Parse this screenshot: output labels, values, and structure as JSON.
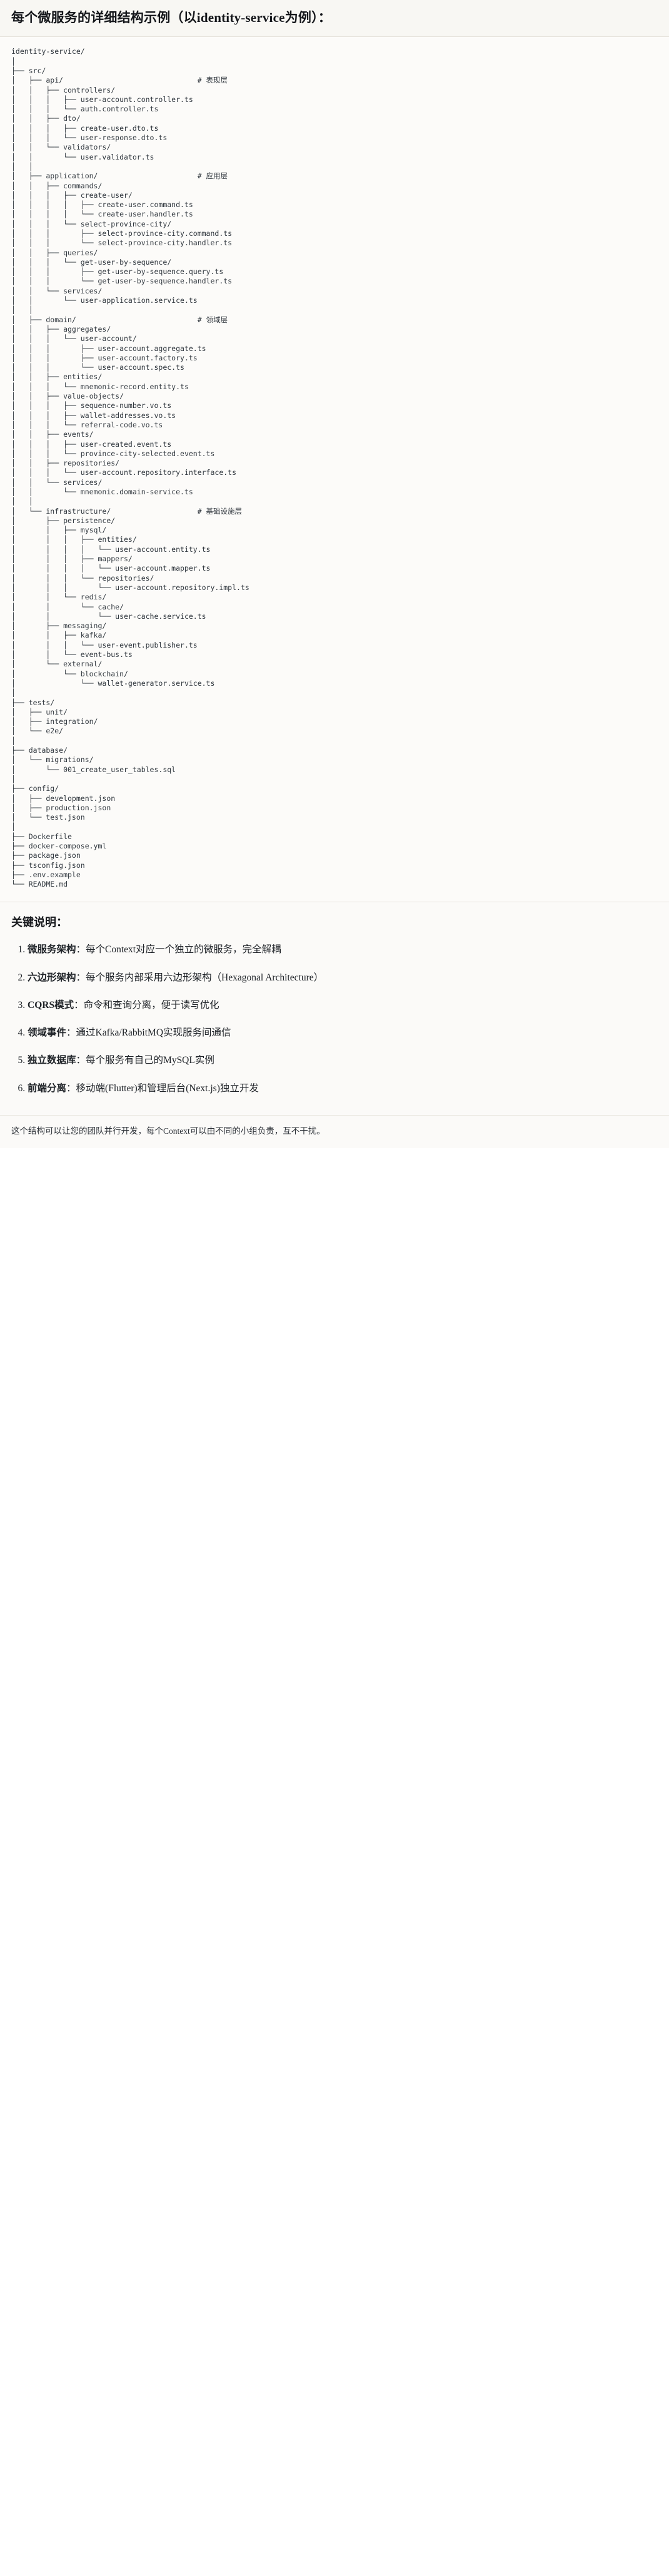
{
  "header": {
    "title": "每个微服务的详细结构示例（以identity-service为例）："
  },
  "tree": {
    "root_label": "identity-service/",
    "comment_prefix": "#",
    "layer_comments": [
      "# 表现层",
      "# 应用层",
      "# 领域层",
      "# 基础设施层"
    ],
    "text": "identity-service/\n│\n├── src/\n│   ├── api/                               # 表现层\n│   │   ├── controllers/\n│   │   │   ├── user-account.controller.ts\n│   │   │   └── auth.controller.ts\n│   │   ├── dto/\n│   │   │   ├── create-user.dto.ts\n│   │   │   └── user-response.dto.ts\n│   │   └── validators/\n│   │       └── user.validator.ts\n│   │\n│   ├── application/                       # 应用层\n│   │   ├── commands/\n│   │   │   ├── create-user/\n│   │   │   │   ├── create-user.command.ts\n│   │   │   │   └── create-user.handler.ts\n│   │   │   └── select-province-city/\n│   │   │       ├── select-province-city.command.ts\n│   │   │       └── select-province-city.handler.ts\n│   │   ├── queries/\n│   │   │   └── get-user-by-sequence/\n│   │   │       ├── get-user-by-sequence.query.ts\n│   │   │       └── get-user-by-sequence.handler.ts\n│   │   └── services/\n│   │       └── user-application.service.ts\n│   │\n│   ├── domain/                            # 领域层\n│   │   ├── aggregates/\n│   │   │   └── user-account/\n│   │   │       ├── user-account.aggregate.ts\n│   │   │       ├── user-account.factory.ts\n│   │   │       └── user-account.spec.ts\n│   │   ├── entities/\n│   │   │   └── mnemonic-record.entity.ts\n│   │   ├── value-objects/\n│   │   │   ├── sequence-number.vo.ts\n│   │   │   ├── wallet-addresses.vo.ts\n│   │   │   └── referral-code.vo.ts\n│   │   ├── events/\n│   │   │   ├── user-created.event.ts\n│   │   │   └── province-city-selected.event.ts\n│   │   ├── repositories/\n│   │   │   └── user-account.repository.interface.ts\n│   │   └── services/\n│   │       └── mnemonic.domain-service.ts\n│   │\n│   └── infrastructure/                    # 基础设施层\n│       ├── persistence/\n│       │   ├── mysql/\n│       │   │   ├── entities/\n│       │   │   │   └── user-account.entity.ts\n│       │   │   ├── mappers/\n│       │   │   │   └── user-account.mapper.ts\n│       │   │   └── repositories/\n│       │   │       └── user-account.repository.impl.ts\n│       │   └── redis/\n│       │       └── cache/\n│       │           └── user-cache.service.ts\n│       ├── messaging/\n│       │   ├── kafka/\n│       │   │   └── user-event.publisher.ts\n│       │   └── event-bus.ts\n│       └── external/\n│           └── blockchain/\n│               └── wallet-generator.service.ts\n│\n├── tests/\n│   ├── unit/\n│   ├── integration/\n│   └── e2e/\n│\n├── database/\n│   └── migrations/\n│       └── 001_create_user_tables.sql\n│\n├── config/\n│   ├── development.json\n│   ├── production.json\n│   └── test.json\n│\n├── Dockerfile\n├── docker-compose.yml\n├── package.json\n├── tsconfig.json\n├── .env.example\n└── README.md"
  },
  "notes": {
    "title": "关键说明：",
    "items": [
      {
        "term": "微服务架构",
        "sep": "：",
        "desc": "每个Context对应一个独立的微服务，完全解耦"
      },
      {
        "term": "六边形架构",
        "sep": "：",
        "desc": "每个服务内部采用六边形架构（Hexagonal Architecture）"
      },
      {
        "term": "CQRS模式",
        "sep": "：",
        "desc": "命令和查询分离，便于读写优化"
      },
      {
        "term": "领域事件",
        "sep": "：",
        "desc": "通过Kafka/RabbitMQ实现服务间通信"
      },
      {
        "term": "独立数据库",
        "sep": "：",
        "desc": "每个服务有自己的MySQL实例"
      },
      {
        "term": "前端分离",
        "sep": "：",
        "desc": "移动端(Flutter)和管理后台(Next.js)独立开发"
      }
    ]
  },
  "closing": {
    "text": "这个结构可以让您的团队并行开发，每个Context可以由不同的小组负责，互不干扰。"
  },
  "colors": {
    "page_bg": "#fbfaf8",
    "code_bg": "#fcfbf9",
    "heading_bg": "#f8f7f3",
    "text": "#1f2328",
    "code_text": "#2f363d",
    "rule": "#e6e3dc"
  }
}
